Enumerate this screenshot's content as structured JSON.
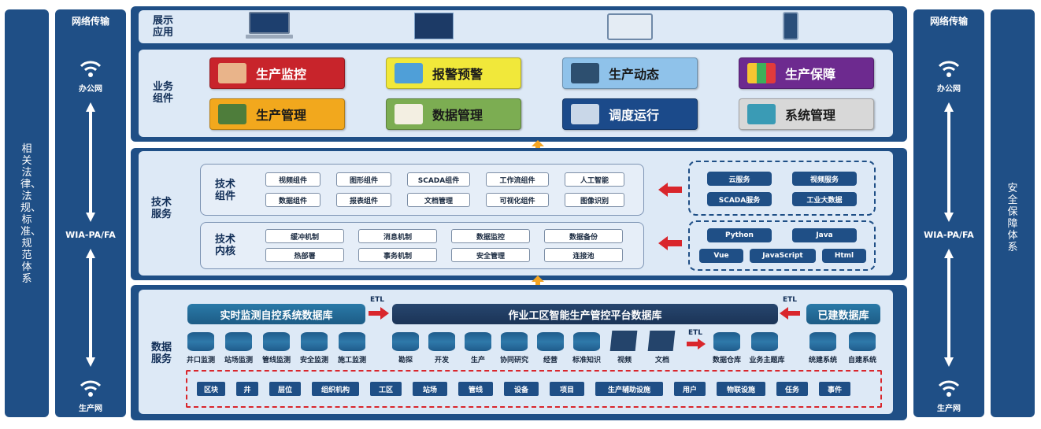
{
  "left_column": {
    "vertical_text": "相关法律、法规、标准、规范体系"
  },
  "right_column": {
    "vertical_text": "安全保障体系"
  },
  "network_left": {
    "title": "网络传输",
    "office_net": "办公网",
    "protocol": "WIA-PA/FA",
    "production_net": "生产网"
  },
  "network_right": {
    "title": "网络传输",
    "office_net": "办公网",
    "protocol": "WIA-PA/FA",
    "production_net": "生产网"
  },
  "display": {
    "label": "展示应用"
  },
  "business": {
    "label": "业务组件",
    "items": [
      {
        "label": "生产监控",
        "bg": "#c8242b",
        "color": "#ffffff"
      },
      {
        "label": "报警预警",
        "bg": "#f1e83a",
        "color": "#1a1a1a"
      },
      {
        "label": "生产动态",
        "bg": "#8fc2ea",
        "color": "#1a1a1a"
      },
      {
        "label": "生产保障",
        "bg": "#6d2a8f",
        "color": "#ffffff"
      },
      {
        "label": "生产管理",
        "bg": "#f2a81d",
        "color": "#1a1a1a"
      },
      {
        "label": "数据管理",
        "bg": "#7cad52",
        "color": "#1a1a1a"
      },
      {
        "label": "调度运行",
        "bg": "#1b4a8a",
        "color": "#ffffff"
      },
      {
        "label": "系统管理",
        "bg": "#d8d8d8",
        "color": "#1a1a1a"
      }
    ]
  },
  "tech": {
    "label": "技术服务",
    "components": {
      "label": "技术组件",
      "row1": [
        "视频组件",
        "图形组件",
        "SCADA组件",
        "工作流组件",
        "人工智能"
      ],
      "row2": [
        "数据组件",
        "报表组件",
        "文档管理",
        "可视化组件",
        "图像识别"
      ]
    },
    "core": {
      "label": "技术内核",
      "row1": [
        "缓冲机制",
        "消息机制",
        "数据监控",
        "数据备份"
      ],
      "row2": [
        "热部署",
        "事务机制",
        "安全管理",
        "连接池"
      ]
    },
    "services": {
      "row1": [
        "云服务",
        "视频服务"
      ],
      "row2": [
        "SCADA服务",
        "工业大数据"
      ]
    },
    "languages": {
      "row1": [
        "Python",
        "Java"
      ],
      "row2": [
        "Vue",
        "JavaScript",
        "Html"
      ]
    }
  },
  "data": {
    "label": "数据服务",
    "realtime_db": "实时监测自控系统数据库",
    "platform_db": "作业工区智能生产管控平台数据库",
    "existing_db": "已建数据库",
    "etl": "ETL",
    "realtime_items": [
      "井口监测",
      "站场监测",
      "管线监测",
      "安全监测",
      "施工监测"
    ],
    "platform_items": [
      "勘探",
      "开发",
      "生产",
      "协同研究",
      "经营",
      "标准知识",
      "视频",
      "文档"
    ],
    "warehouse_items": [
      "数据仓库",
      "业务主题库"
    ],
    "existing_items": [
      "统建系统",
      "自建系统"
    ],
    "entities": [
      "区块",
      "井",
      "层位",
      "组织机构",
      "工区",
      "站场",
      "管线",
      "设备",
      "项目",
      "生产辅助设施",
      "用户",
      "物联设施",
      "任务",
      "事件"
    ]
  },
  "colors": {
    "navy": "#1f4f86",
    "light_panel": "#dde9f6",
    "red_arrow": "#d9262c",
    "orange_arrow": "#f5a623"
  }
}
